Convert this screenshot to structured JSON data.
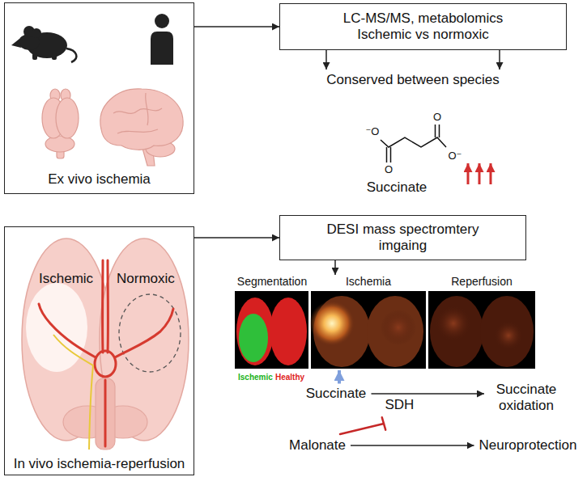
{
  "diagram": {
    "nodes": [
      {
        "text": [
          "Ex vivo ischemia"
        ]
      },
      {
        "text": [
          "LC-MS/MS, metabolomics Ischemic vs normoxic"
        ]
      },
      {
        "text": [
          "Conserved between species"
        ]
      },
      {
        "text": [
          "Ischemic",
          "Normoxic",
          "In vivo ischemia-reperfusion"
        ]
      },
      {
        "text": [
          "DESI mass spectromtery imgaing"
        ]
      },
      {
        "text": [
          "Segmentation",
          "Ischemic",
          "Healthy"
        ]
      },
      {
        "text": [
          "Ischemia"
        ]
      },
      {
        "text": [
          "Reperfusion"
        ]
      },
      {
        "text": [
          "Succinate"
        ]
      },
      {
        "text": [
          "Succinate oxidation"
        ]
      },
      {
        "text": [
          "Malonate"
        ]
      },
      {
        "text": [
          "Neuroprotection"
        ]
      }
    ],
    "edges": [
      {
        "from": 0,
        "to": 1,
        "arrow": "to"
      },
      {
        "from": 1,
        "to": 2,
        "arrow": "to"
      },
      {
        "from": 1,
        "to": 2,
        "arrow": "to"
      },
      {
        "from": 3,
        "to": 4,
        "arrow": "to"
      },
      {
        "from": 4,
        "to": 6,
        "arrow": "to"
      },
      {
        "from": 8,
        "to": 6,
        "arrow": "to"
      },
      {
        "from": 8,
        "to": 9,
        "label": "SDH",
        "arrow": "to"
      },
      {
        "from": 10,
        "to": 11,
        "arrow": "to"
      }
    ],
    "labels": [
      "⁻O",
      "O",
      "O",
      "O⁻",
      "Succinate"
    ]
  }
}
